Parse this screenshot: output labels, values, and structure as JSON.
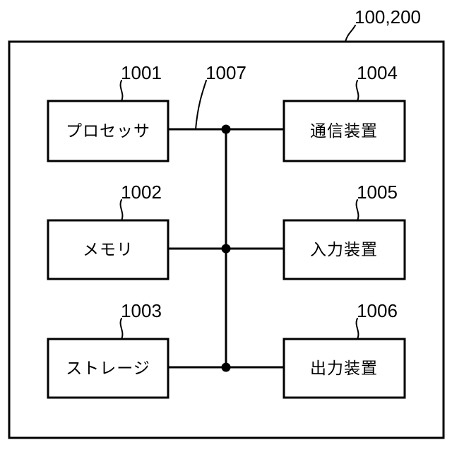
{
  "figure": {
    "kind": "hardware-block-diagram",
    "language": "ja",
    "outer_frame": {
      "reference_number": "100,200"
    },
    "bus": {
      "reference_number": "1007"
    },
    "blocks": [
      {
        "id": "processor",
        "label": "プロセッサ",
        "reference_number": "1001",
        "column": "left",
        "row": 1
      },
      {
        "id": "memory",
        "label": "メモリ",
        "reference_number": "1002",
        "column": "left",
        "row": 2
      },
      {
        "id": "storage",
        "label": "ストレージ",
        "reference_number": "1003",
        "column": "left",
        "row": 3
      },
      {
        "id": "communication-device",
        "label": "通信装置",
        "reference_number": "1004",
        "column": "right",
        "row": 1
      },
      {
        "id": "input-device",
        "label": "入力装置",
        "reference_number": "1005",
        "column": "right",
        "row": 2
      },
      {
        "id": "output-device",
        "label": "出力装置",
        "reference_number": "1006",
        "column": "right",
        "row": 3
      }
    ],
    "colors": {
      "ink": "#000000",
      "paper": "#ffffff"
    }
  }
}
